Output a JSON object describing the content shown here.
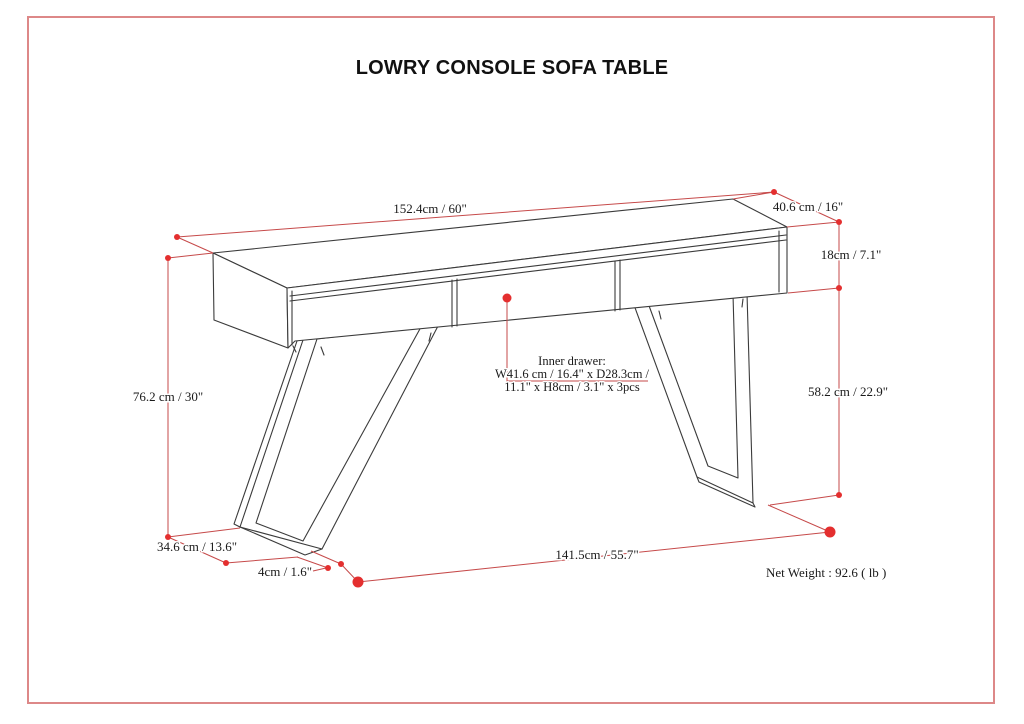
{
  "title": "LOWRY CONSOLE SOFA TABLE",
  "dimensions": {
    "top_width": "152.4cm / 60\"",
    "top_depth": "40.6 cm / 16\"",
    "apron_height": "18cm / 7.1\"",
    "leg_height": "58.2 cm / 22.9\"",
    "overall_height": "76.2 cm / 30\"",
    "foot_length": "34.6 cm / 13.6\"",
    "foot_thickness": "4cm / 1.6\"",
    "base_width": "141.5cm / 55.7\""
  },
  "inner_drawer": {
    "line1": "Inner drawer:",
    "line2": "W41.6 cm / 16.4\" x D28.3cm /",
    "line3": "11.1\" x H8cm / 3.1\" x 3pcs"
  },
  "net_weight": "Net Weight : 92.6 ( lb )",
  "colors": {
    "dimension_red": "#c64a4a",
    "dot_red": "#e42f2f",
    "border_salmon": "#dd8888",
    "drawing_gray": "#3b3b3b"
  }
}
